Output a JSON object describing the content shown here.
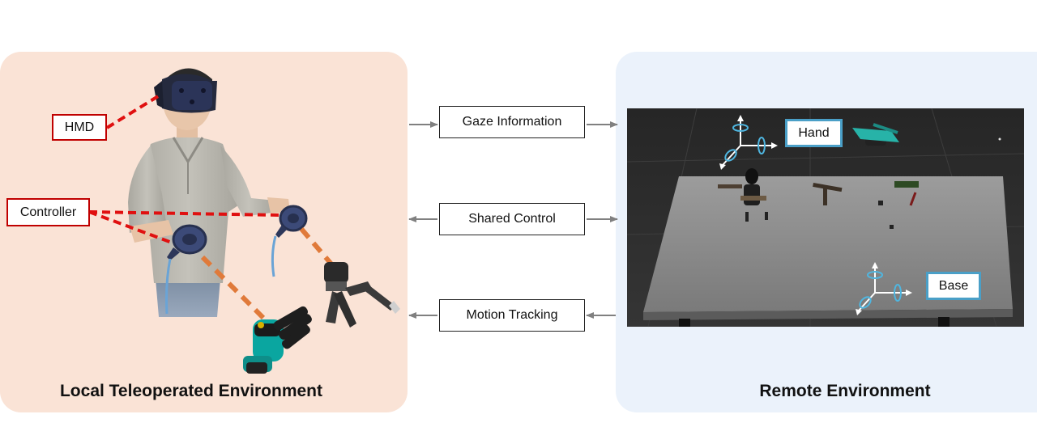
{
  "panels": {
    "local_title": "Local Teleoperated Environment",
    "remote_title": "Remote Environment"
  },
  "labels": {
    "hmd": "HMD",
    "controller": "Controller",
    "hand": "Hand",
    "base": "Base"
  },
  "flows": [
    {
      "label": "Gaze Information",
      "direction": "to-remote"
    },
    {
      "label": "Shared Control",
      "direction": "both"
    },
    {
      "label": "Motion Tracking",
      "direction": "to-local"
    }
  ],
  "colors": {
    "local_bg": "#fae3d6",
    "remote_bg": "#ebf2fb",
    "red_dash": "#e01010",
    "orange_dash": "#e07a3a",
    "axis_blue": "#4fb6e0",
    "arrow_gray": "#808080"
  }
}
